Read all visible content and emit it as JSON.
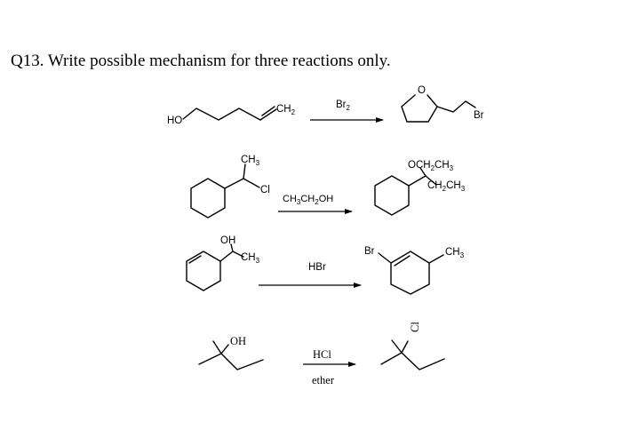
{
  "question": "Q13. Write possible mechanism for three reactions only.",
  "reaction1": {
    "reactant_ho": "HO",
    "reactant_ch2": "CH",
    "reactant_ch2_sub": "2",
    "reagent": "Br",
    "reagent_sub": "2",
    "product_o": "O",
    "product_br": "Br"
  },
  "reaction2": {
    "reactant_ch3": "CH",
    "reactant_ch3_sub": "3",
    "reactant_cl": "Cl",
    "reagent_a": "CH",
    "reagent_a_sub": "3",
    "reagent_b": "CH",
    "reagent_b_sub": "2",
    "reagent_c": "OH",
    "product_och2": "OCH",
    "product_och2_sub": "2",
    "product_och2_ch3": "CH",
    "product_och2_ch3_sub": "3",
    "product_ch2": "CH",
    "product_ch2_sub": "2",
    "product_ch2_ch3": "CH",
    "product_ch2_ch3_sub": "3"
  },
  "reaction3": {
    "reactant_oh": "OH",
    "reactant_ch3": "CH",
    "reactant_ch3_sub": "3",
    "reagent": "HBr",
    "product_br": "Br",
    "product_ch3": "CH",
    "product_ch3_sub": "3"
  },
  "reaction4": {
    "reactant_oh": "OH",
    "reagent_top": "HCl",
    "reagent_bottom": "ether",
    "product_cl": "Cl"
  }
}
